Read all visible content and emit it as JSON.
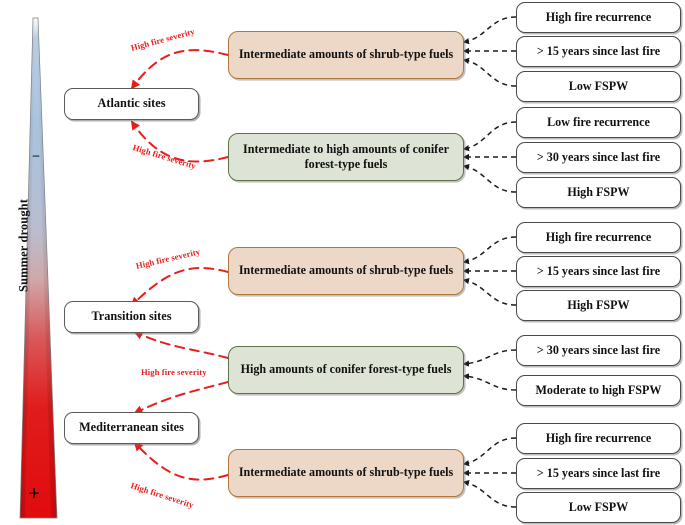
{
  "axis": {
    "label": "Summer drought",
    "low_sign": "–",
    "high_sign": "+",
    "gradient_top_color": "#a8c4e0",
    "gradient_mid_color": "#c9a8ae",
    "gradient_bottom_color": "#e00d10"
  },
  "edge_label_text": "High fire severity",
  "edge_label_color": "#ea1d1d",
  "sites": [
    {
      "id": "atlantic",
      "label": "Atlantic sites"
    },
    {
      "id": "transition",
      "label": "Transition sites"
    },
    {
      "id": "mediterranean",
      "label": "Mediterranean sites"
    }
  ],
  "fuels": [
    {
      "id": "fuel-1",
      "label": "Intermediate amounts of shrub-type fuels",
      "type": "shrub",
      "fill": "#edd8c7",
      "stroke": "#b0763c"
    },
    {
      "id": "fuel-2",
      "label": "Intermediate to high amounts of conifer forest-type fuels",
      "type": "conifer",
      "fill": "#dde4d5",
      "stroke": "#5b7348"
    },
    {
      "id": "fuel-3",
      "label": "Intermediate amounts of shrub-type fuels",
      "type": "shrub",
      "fill": "#edd8c7",
      "stroke": "#b0763c"
    },
    {
      "id": "fuel-4",
      "label": "High amounts of conifer forest-type fuels",
      "type": "conifer",
      "fill": "#dde4d5",
      "stroke": "#5b7348"
    },
    {
      "id": "fuel-5",
      "label": "Intermediate amounts of shrub-type fuels",
      "type": "shrub",
      "fill": "#edd8c7",
      "stroke": "#b0763c"
    }
  ],
  "attributes": [
    {
      "id": "attr-1",
      "label": "High fire recurrence"
    },
    {
      "id": "attr-2",
      "label": "> 15 years since last fire"
    },
    {
      "id": "attr-3",
      "label": "Low FSPW"
    },
    {
      "id": "attr-4",
      "label": "Low fire recurrence"
    },
    {
      "id": "attr-5",
      "label": "> 30 years since last fire"
    },
    {
      "id": "attr-6",
      "label": "High FSPW"
    },
    {
      "id": "attr-7",
      "label": "High fire recurrence"
    },
    {
      "id": "attr-8",
      "label": "> 15 years since last fire"
    },
    {
      "id": "attr-9",
      "label": "High FSPW"
    },
    {
      "id": "attr-10",
      "label": "> 30 years since last fire"
    },
    {
      "id": "attr-11",
      "label": "Moderate to high FSPW"
    },
    {
      "id": "attr-12",
      "label": "High fire recurrence"
    },
    {
      "id": "attr-13",
      "label": "> 15 years since last fire"
    },
    {
      "id": "attr-14",
      "label": "Low FSPW"
    }
  ],
  "edge_labels": [
    {
      "id": "edge-label-1",
      "text": "High fire severity"
    },
    {
      "id": "edge-label-2",
      "text": "High fire severity"
    },
    {
      "id": "edge-label-3",
      "text": "High fire severity"
    },
    {
      "id": "edge-label-4",
      "text": "High fire severity"
    }
  ]
}
